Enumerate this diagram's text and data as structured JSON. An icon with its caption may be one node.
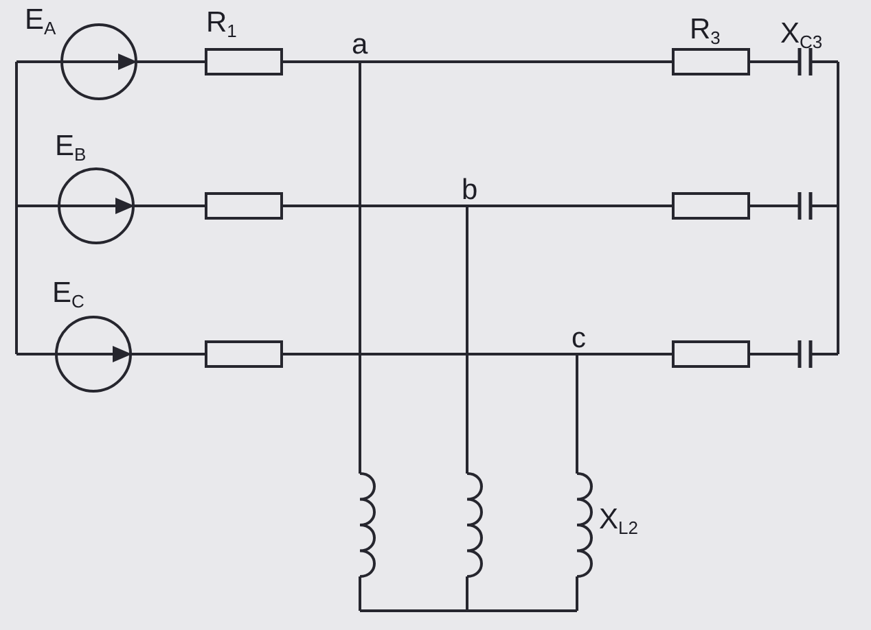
{
  "diagram": {
    "labels": [
      "E$_{A}$",
      "R$_{1}$",
      "a",
      "R$_{3}$",
      "X$_{C3}$",
      "E$_{B}$",
      "b",
      "E$_{C}$",
      "c",
      "X$_{L2}$"
    ]
  }
}
